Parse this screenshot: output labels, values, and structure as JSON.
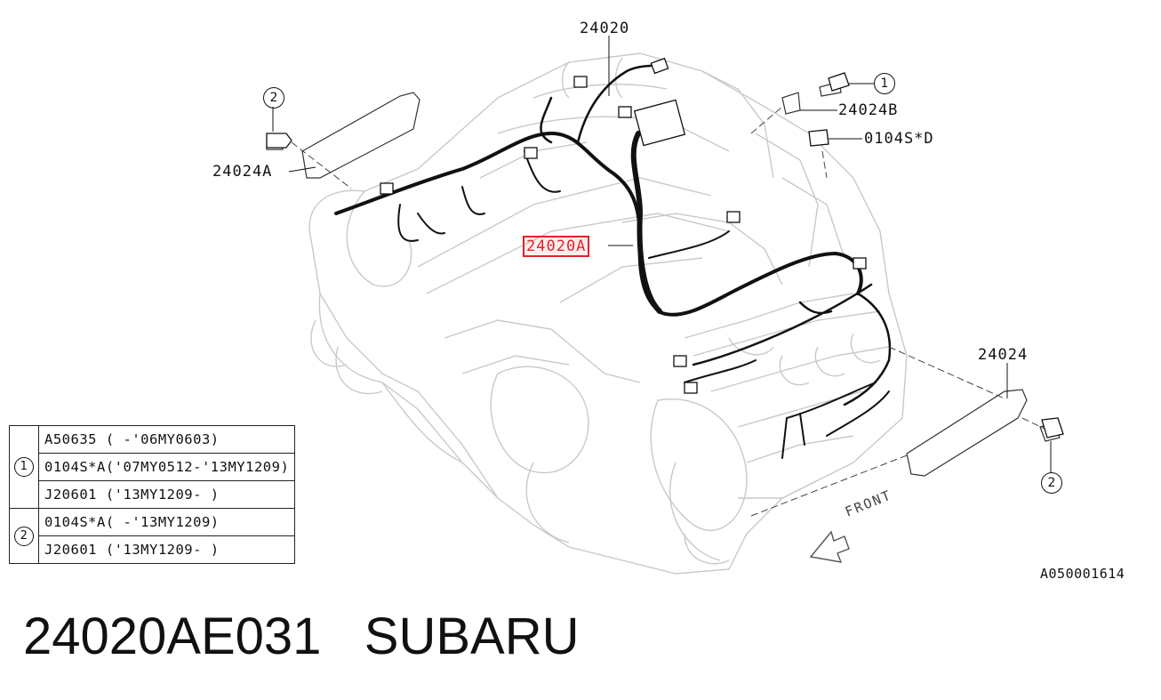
{
  "diagram": {
    "labels": {
      "harness_main": "24020",
      "harness_a": "24020A",
      "bracket_a": "24024A",
      "bracket_b": "24024B",
      "bracket": "24024",
      "bolt_d": "0104S*D",
      "circle_1": "1",
      "circle_2": "2"
    },
    "front_text": "FRONT",
    "figure_code": "A050001614",
    "highlight_color": "#e0242a"
  },
  "legend": {
    "groups": [
      {
        "key": "1",
        "rows": [
          "A50635 ( -'06MY0603)",
          "0104S*A('07MY0512-'13MY1209)",
          "J20601  ('13MY1209- )"
        ]
      },
      {
        "key": "2",
        "rows": [
          "0104S*A( -'13MY1209)",
          "J20601  ('13MY1209- )"
        ]
      }
    ]
  },
  "footer": {
    "title": "24020AE031   SUBARU"
  }
}
